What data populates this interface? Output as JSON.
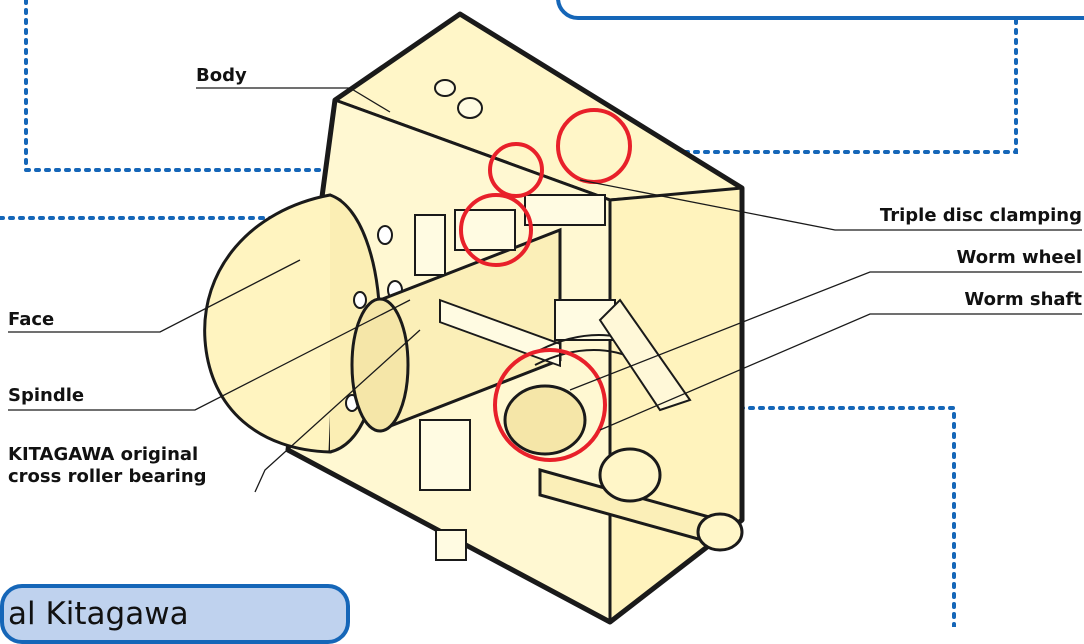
{
  "labels": {
    "body": "Body",
    "triple_disc": "Triple disc clamping",
    "worm_wheel": "Worm wheel",
    "worm_shaft": "Worm shaft",
    "face": "Face",
    "spindle": "Spindle",
    "kitagawa_line1": "KITAGAWA original",
    "kitagawa_line2": "cross roller bearing"
  },
  "callout": {
    "text": "al Kitagawa"
  },
  "colors": {
    "body_fill": "#fff6c8",
    "outline": "#1a1a1a",
    "highlight_circle": "#e8202a",
    "dotted_leader": "#1566b8",
    "callout_fill": "#bfd2ee"
  }
}
